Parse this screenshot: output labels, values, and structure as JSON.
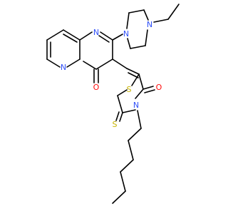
{
  "colors": {
    "bond": "#000000",
    "nitrogen": "#3050F8",
    "oxygen": "#FF0D0D",
    "sulfur": "#C8B400",
    "background": "#FFFFFF"
  },
  "atoms": {
    "n_pyrimidine": "N",
    "n_bridgehead": "N",
    "o_pyrimidinone": "O",
    "n_piperazine_1": "N",
    "n_piperazine_4": "N",
    "s_ring": "S",
    "s_thione": "S",
    "n_thiazolidine": "N",
    "o_thiazolidine": "O"
  }
}
